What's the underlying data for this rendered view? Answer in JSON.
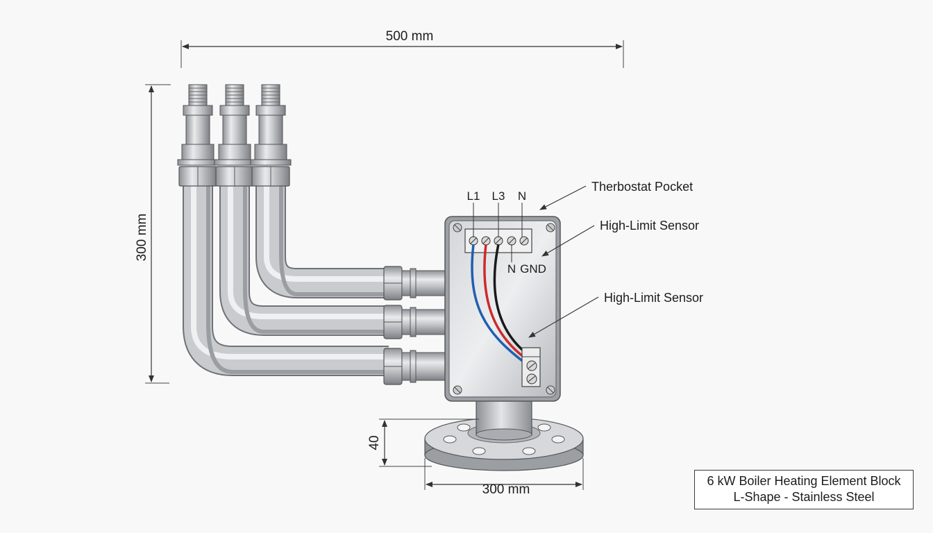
{
  "dimensions": {
    "width_top": "500 mm",
    "height_left": "300 mm",
    "flange_height": "40",
    "flange_width": "300 mm"
  },
  "terminals": {
    "l1": "L1",
    "l3": "L3",
    "n_top": "N",
    "n_bottom": "N",
    "gnd": "GND"
  },
  "callouts": {
    "thermostat_pocket": "Therbostat Pocket",
    "high_limit_sensor_1": "High-Limit Sensor",
    "high_limit_sensor_2": "High-Limit Sensor"
  },
  "title_block": {
    "line1": "6 kW Boiler Heating Element Block",
    "line2": "L-Shape - Stainless Steel"
  },
  "colors": {
    "wire_live": "#1f5fb0",
    "wire_l2": "#cc2a2a",
    "wire_l3": "#1a1a1a",
    "steel": "#b9bcc0"
  }
}
